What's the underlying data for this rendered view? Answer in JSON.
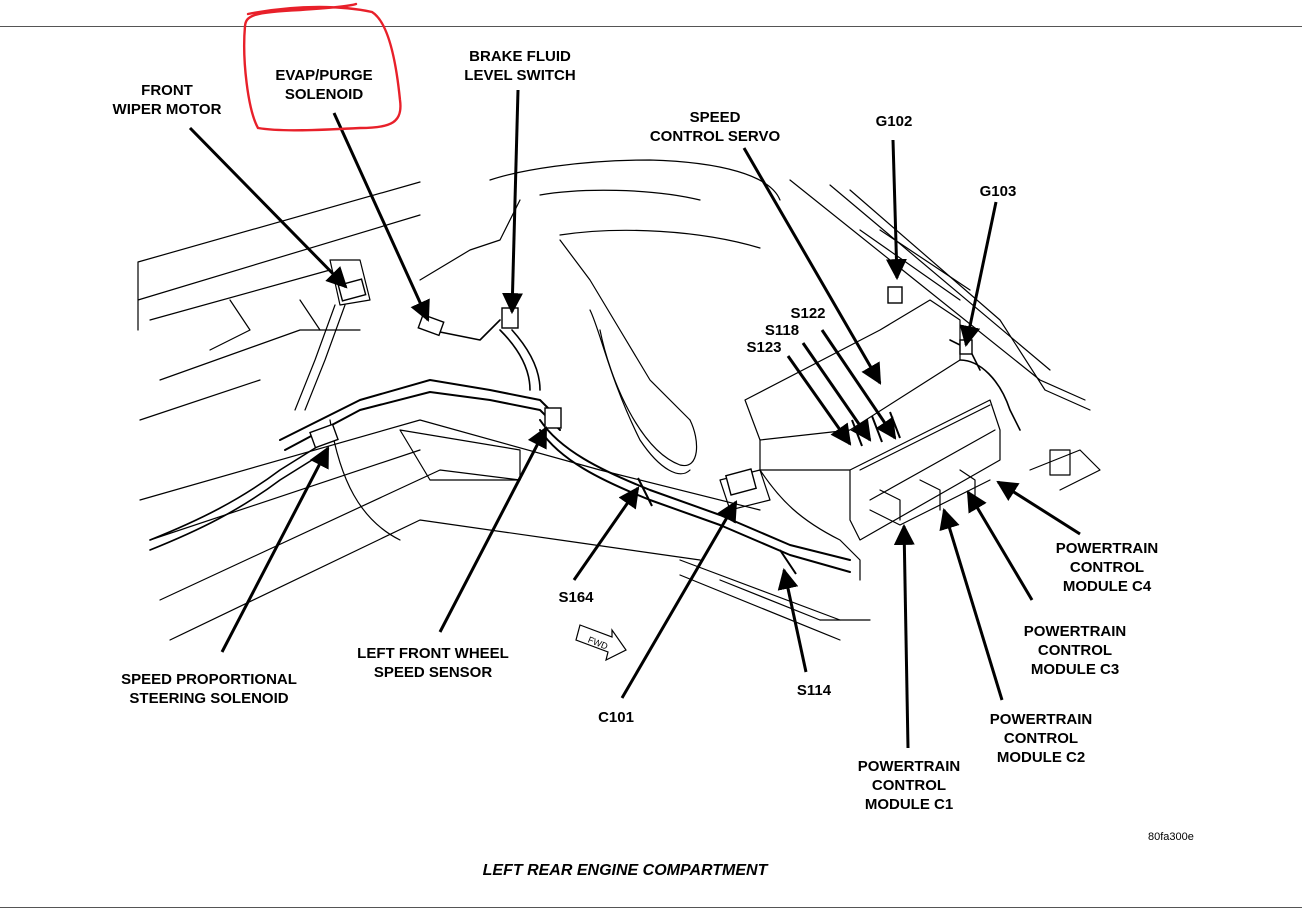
{
  "labels": {
    "front_wiper_motor": "FRONT\nWIPER MOTOR",
    "evap_purge_solenoid": "EVAP/PURGE\nSOLENOID",
    "brake_fluid_level_switch": "BRAKE FLUID\nLEVEL SWITCH",
    "speed_control_servo": "SPEED\nCONTROL SERVO",
    "g102": "G102",
    "g103": "G103",
    "s122": "S122",
    "s118": "S118",
    "s123": "S123",
    "pcm_c4": "POWERTRAIN\nCONTROL\nMODULE C4",
    "pcm_c3": "POWERTRAIN\nCONTROL\nMODULE C3",
    "pcm_c2": "POWERTRAIN\nCONTROL\nMODULE C2",
    "pcm_c1": "POWERTRAIN\nCONTROL\nMODULE C1",
    "s114": "S114",
    "c101": "C101",
    "s164": "S164",
    "left_front_wheel_speed_sensor": "LEFT FRONT WHEEL\nSPEED SENSOR",
    "speed_proportional_steering_solenoid": "SPEED PROPORTIONAL\nSTEERING SOLENOID",
    "fwd": "FWD"
  },
  "figure_code": "80fa300e",
  "caption": "LEFT REAR ENGINE COMPARTMENT",
  "highlight_color": "#e8202a"
}
